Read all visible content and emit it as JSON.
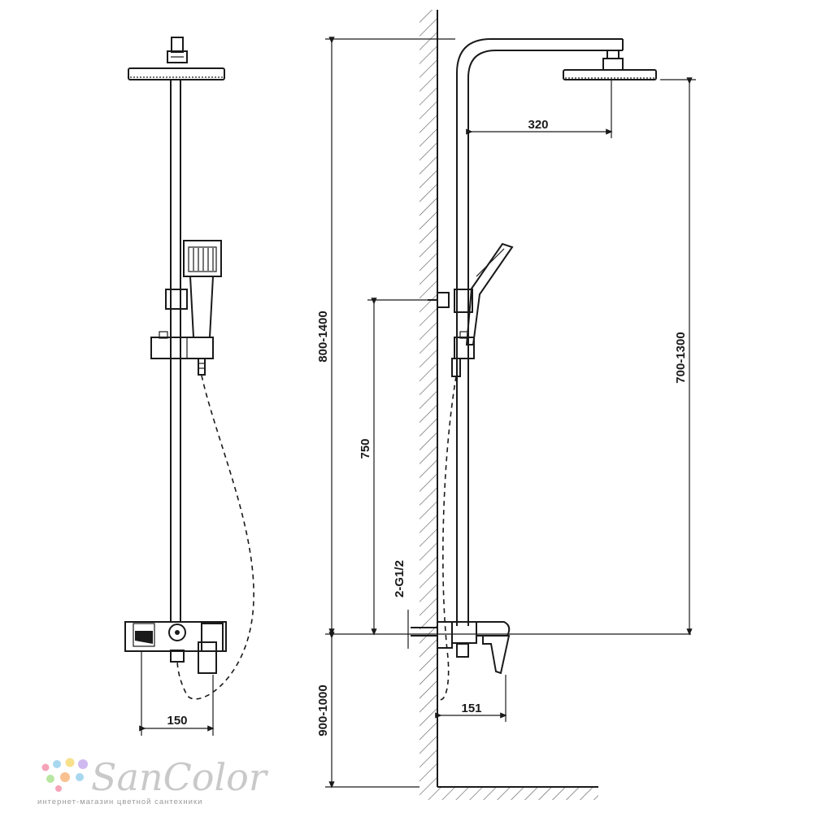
{
  "dimensions": {
    "width_150": "150",
    "reach_320": "320",
    "total_height": "800-1400",
    "holder_750": "750",
    "inlets": "2-G1/2",
    "rain_height": "700-1300",
    "mount_height": "900-1000",
    "spout_151": "151"
  },
  "logo": {
    "brand": "SanColor",
    "tagline": "интернет-магазин цветной сантехники"
  },
  "colors": {
    "line": "#1a1a1a",
    "logo_gray": "#c9c9c9",
    "logo_dots": [
      "#f5a3b8",
      "#a8d8f0",
      "#f7e08a",
      "#b8e6a0",
      "#d0b8f0",
      "#f9c090"
    ]
  }
}
